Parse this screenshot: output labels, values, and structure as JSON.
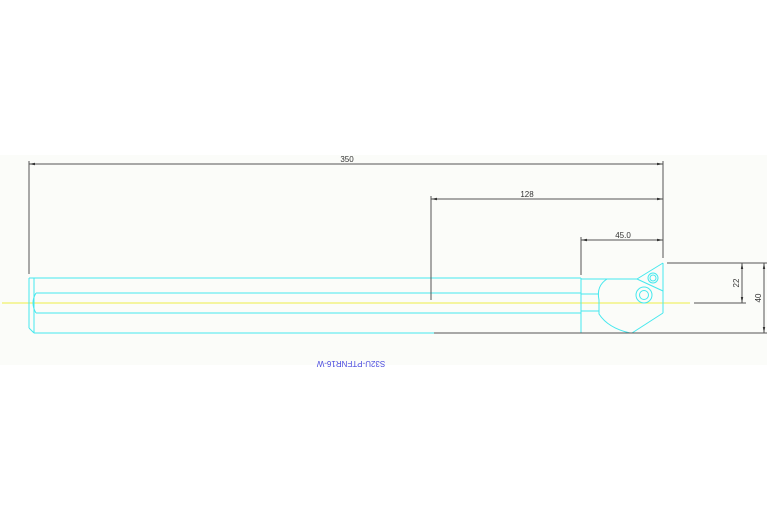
{
  "drawing": {
    "part_label": "S32U-PTFNR16-W",
    "colors": {
      "outline": "#46e8ee",
      "centerline": "#eeee46",
      "dimension": "#555555",
      "label": "#4a4adf",
      "panel_background": "#fbfcf9"
    },
    "dimensions": {
      "overall_length": "350",
      "head_length": "128",
      "front_length": "45.0",
      "center_height": "22",
      "total_height": "40"
    }
  }
}
